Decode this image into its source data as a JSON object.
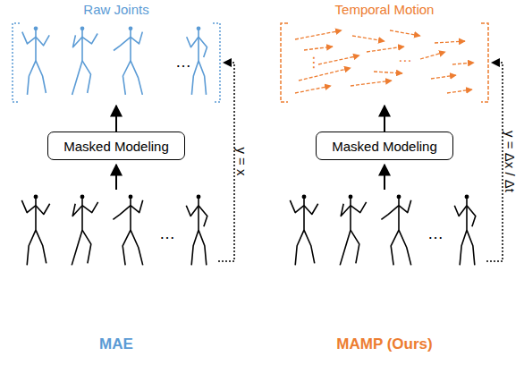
{
  "diagram": {
    "nodes": [
      {
        "text": [
          "Raw Joints"
        ]
      },
      {
        "text": [
          "Temporal Motion"
        ]
      },
      {
        "text": [
          "Masked Modeling"
        ]
      },
      {
        "text": [
          "Masked Modeling"
        ]
      }
    ],
    "edges": [
      {
        "from": 2,
        "to": 0,
        "arrow": "to"
      },
      {
        "from": 3,
        "to": 1,
        "arrow": "to"
      }
    ],
    "labels": [
      "…",
      "…",
      "⋮",
      "…",
      "…",
      "y = x",
      "y = Δx / Δt",
      "MAE",
      "MAMP (Ours)"
    ]
  }
}
